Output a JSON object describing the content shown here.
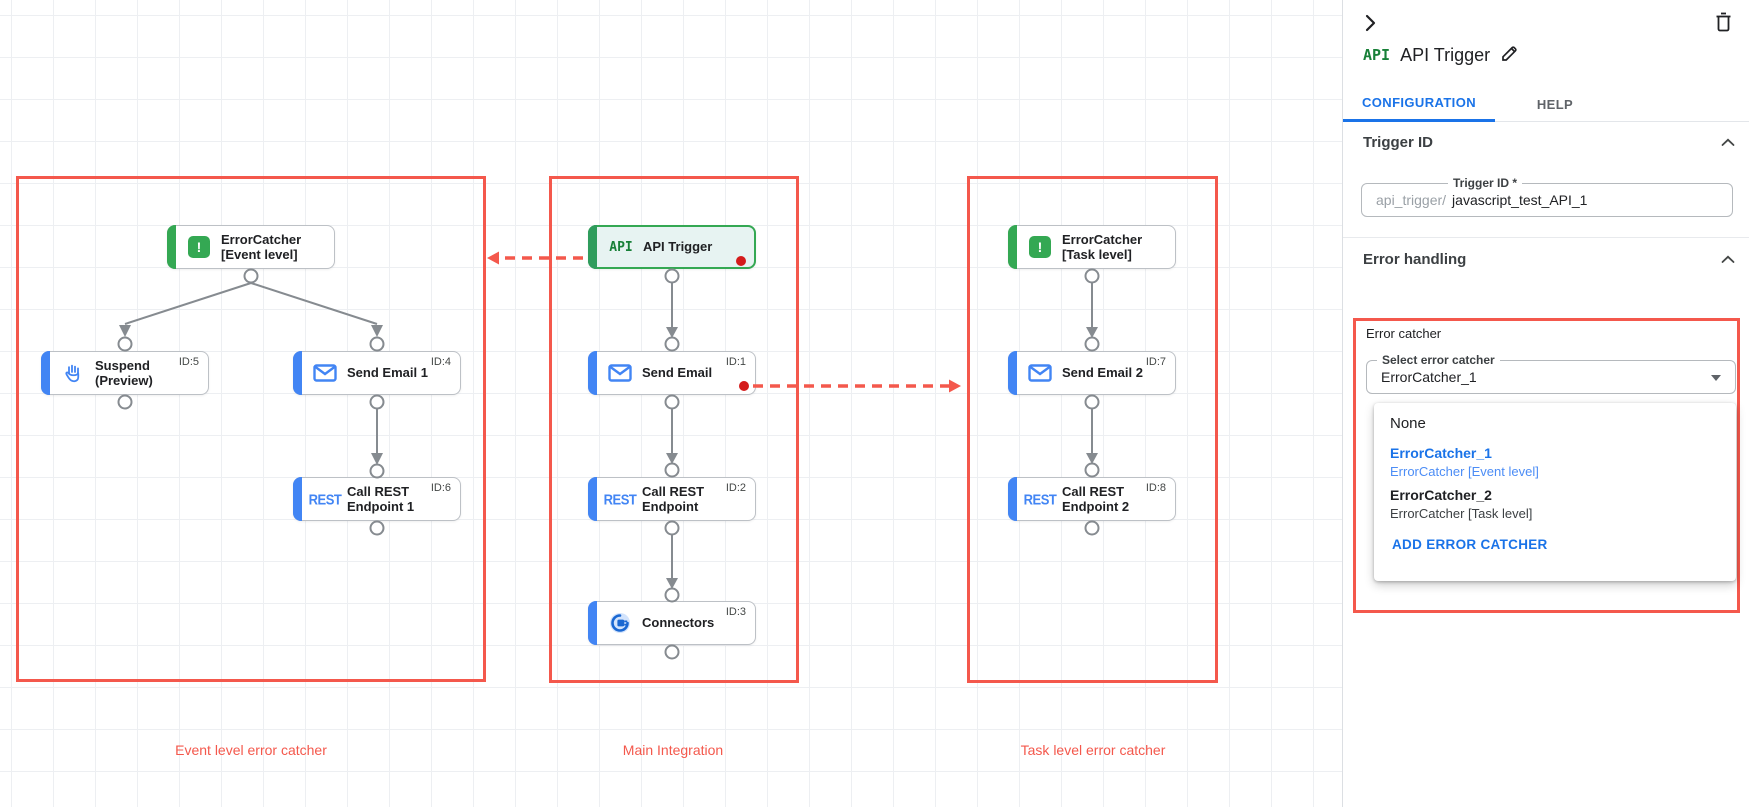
{
  "canvas": {
    "groups": {
      "event": {
        "label": "Event level error catcher"
      },
      "main": {
        "label": "Main Integration"
      },
      "task": {
        "label": "Task level error catcher"
      }
    },
    "nodes": {
      "ec_event": {
        "title": "ErrorCatcher [Event level]",
        "icon": "exclamation-badge"
      },
      "suspend": {
        "title": "Suspend (Preview)",
        "id": "ID:5",
        "icon": "hand"
      },
      "send_email_1": {
        "title": "Send Email 1",
        "id": "ID:4",
        "icon": "envelope"
      },
      "call_rest_1": {
        "title": "Call REST Endpoint 1",
        "id": "ID:6",
        "icon_label": "REST"
      },
      "api_trigger": {
        "title": "API Trigger",
        "icon_label": "API"
      },
      "send_email": {
        "title": "Send Email",
        "id": "ID:1",
        "icon": "envelope"
      },
      "call_rest": {
        "title": "Call REST Endpoint",
        "id": "ID:2",
        "icon_label": "REST"
      },
      "connectors": {
        "title": "Connectors",
        "id": "ID:3",
        "icon": "connector-plug"
      },
      "ec_task": {
        "title": "ErrorCatcher [Task level]",
        "icon": "exclamation-badge"
      },
      "send_email_2": {
        "title": "Send Email 2",
        "id": "ID:7",
        "icon": "envelope"
      },
      "call_rest_2": {
        "title": "Call REST Endpoint 2",
        "id": "ID:8",
        "icon_label": "REST"
      }
    },
    "error_glyph": "!"
  },
  "panel": {
    "title": "API Trigger",
    "title_icon_label": "API",
    "tabs": {
      "configuration": "CONFIGURATION",
      "help": "HELP"
    },
    "trigger_id": {
      "heading": "Trigger ID",
      "field_label": "Trigger ID *",
      "prefix": "api_trigger/",
      "value": "javascript_test_API_1"
    },
    "error_handling": {
      "heading": "Error handling",
      "group_label": "Error catcher",
      "select_label": "Select error catcher",
      "select_value": "ErrorCatcher_1",
      "dropdown": {
        "none": "None",
        "opt1": {
          "name": "ErrorCatcher_1",
          "desc": "ErrorCatcher [Event level]"
        },
        "opt2": {
          "name": "ErrorCatcher_2",
          "desc": "ErrorCatcher [Task level]"
        },
        "add": "ADD ERROR CATCHER"
      }
    }
  },
  "colors": {
    "annotation_red": "#f4584c",
    "accent_blue": "#1a73e8",
    "task_blue": "#4285f4",
    "green": "#34a853",
    "alert_dot_red": "#d41b1b",
    "edge_gray": "#868b90"
  }
}
